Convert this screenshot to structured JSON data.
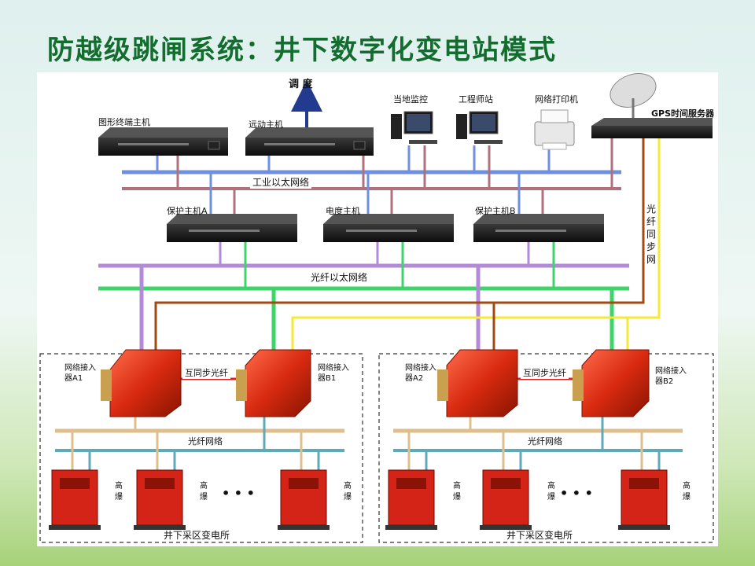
{
  "title": "防越级跳闸系统：井下数字化变电站模式",
  "devices": {
    "graphic_terminal": "图形终端主机",
    "remote_host": "远动主机",
    "dispatch": "调 度",
    "local_monitor": "当地监控",
    "engineer_station": "工程师站",
    "network_printer": "网络打印机",
    "gps_server": "GPS时间服务器",
    "protection_a": "保护主机A",
    "power_host": "电度主机",
    "protection_b": "保护主机B"
  },
  "networks": {
    "industrial_ethernet": "工业以太网络",
    "fiber_ethernet": "光纤以太网络",
    "fiber_sync": "光纤同步网",
    "mutual_sync_left": "互同步光纤",
    "mutual_sync_right": "互同步光纤",
    "fiber_network_left": "光纤网络",
    "fiber_network_right": "光纤网络"
  },
  "access": {
    "a1": "网络接入器A1",
    "b1": "网络接入器B1",
    "a2": "网络接入器A2",
    "b2": "网络接入器B2"
  },
  "explosion_label": "高爆",
  "ellipsis": "• • •",
  "substation_left": "井下采区变电所",
  "substation_right": "井下采区变电所",
  "colors": {
    "title": "#136d2e",
    "blue_line": "#6f8fe0",
    "pink_line": "#b0707e",
    "purple_line": "#b38ad8",
    "green_line": "#3fd46a",
    "brown_line": "#a24a12",
    "yellow_line": "#f3ea37",
    "tan_line": "#ddbf8e",
    "teal_line": "#5fa9b8",
    "red_line": "#e02020"
  }
}
